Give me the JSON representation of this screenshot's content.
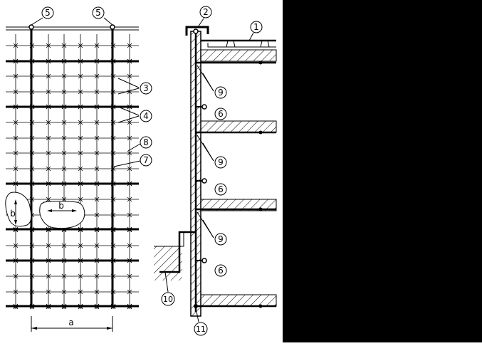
{
  "colors": {
    "line": "#000000",
    "background": "#ffffff",
    "right_panel": "#000000"
  },
  "callouts": {
    "c1": "1",
    "c2": "2",
    "c3": "3",
    "c4": "4",
    "c5a": "5",
    "c5b": "5",
    "c6a": "6",
    "c6b": "6",
    "c6c": "6",
    "c7": "7",
    "c8": "8",
    "c9a": "9",
    "c9b": "9",
    "c9c": "9",
    "c10": "10",
    "c11": "11"
  },
  "dimensions": {
    "a": "a",
    "b_horizontal": "b",
    "b_vertical": "b"
  }
}
